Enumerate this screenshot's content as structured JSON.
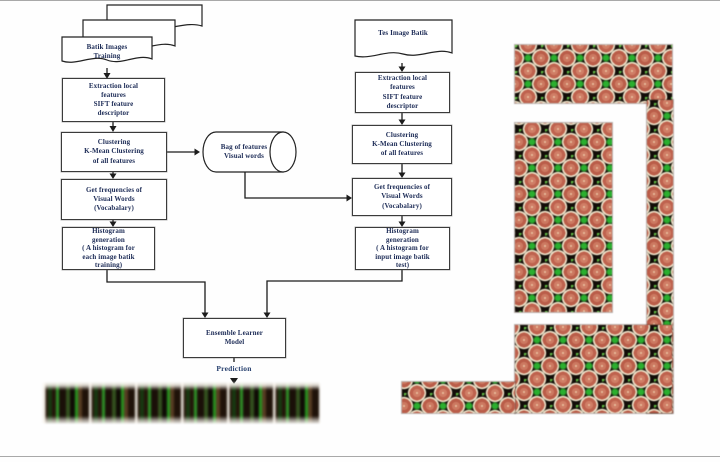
{
  "figure": {
    "description_labels": {
      "training_source": "Batik Images\nTraining",
      "test_source": "Tes Image Batik",
      "extraction": "Extraction local\nfeatures\nSIFT feature\ndescriptor",
      "clustering": "Clustering\nK-Mean Clustering\nof all features",
      "frequencies": "Get frequencies of\nVisual Words\n(Vocabalary)",
      "histogram_training": "Histogram\ngeneration\n( A histogram for\neach image batik\ntraining)",
      "histogram_test": "Histogram\ngeneration\n( A histogram for\ninput image batik\ntest)",
      "bag_of_features": "Bag of features\nVisual words",
      "ensemble": "Ensemble Learner\nModel",
      "prediction": "Prediction"
    },
    "palette": {
      "label_ink": "#1c2b56",
      "line_ink": "#1c1c1c",
      "batik_petal": "#c0705c",
      "batik_outline_cream": "#efe3cb",
      "batik_green": "#2fae33",
      "batik_background": "#120d08",
      "page_rule_gray": "#a9a9a9"
    }
  }
}
